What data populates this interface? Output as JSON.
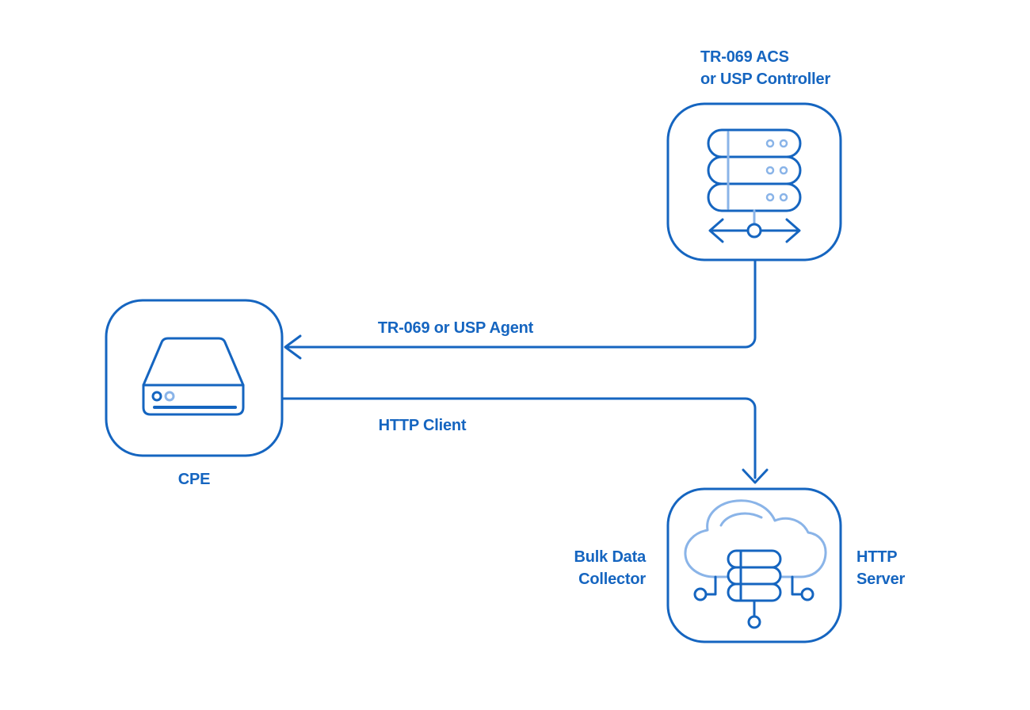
{
  "diagram": {
    "colors": {
      "primary": "#1565C0",
      "accent": "#8AB4E8",
      "background": "#FFFFFF"
    },
    "nodes": {
      "controller": {
        "id": "controller",
        "label_line1": "TR-069 ACS",
        "label_line2": "or USP Controller",
        "icon": "server-stack-icon"
      },
      "cpe": {
        "id": "cpe",
        "label": "CPE",
        "icon": "device-icon"
      },
      "collector": {
        "id": "collector",
        "left_label_line1": "Bulk Data",
        "left_label_line2": "Collector",
        "right_label_line1": "HTTP",
        "right_label_line2": "Server",
        "icon": "cloud-database-icon"
      }
    },
    "edges": [
      {
        "from": "controller",
        "to": "cpe",
        "label": "TR-069 or USP Agent",
        "direction": "arrow-into-cpe"
      },
      {
        "from": "cpe",
        "to": "collector",
        "label": "HTTP Client",
        "direction": "arrow-into-collector"
      }
    ]
  }
}
